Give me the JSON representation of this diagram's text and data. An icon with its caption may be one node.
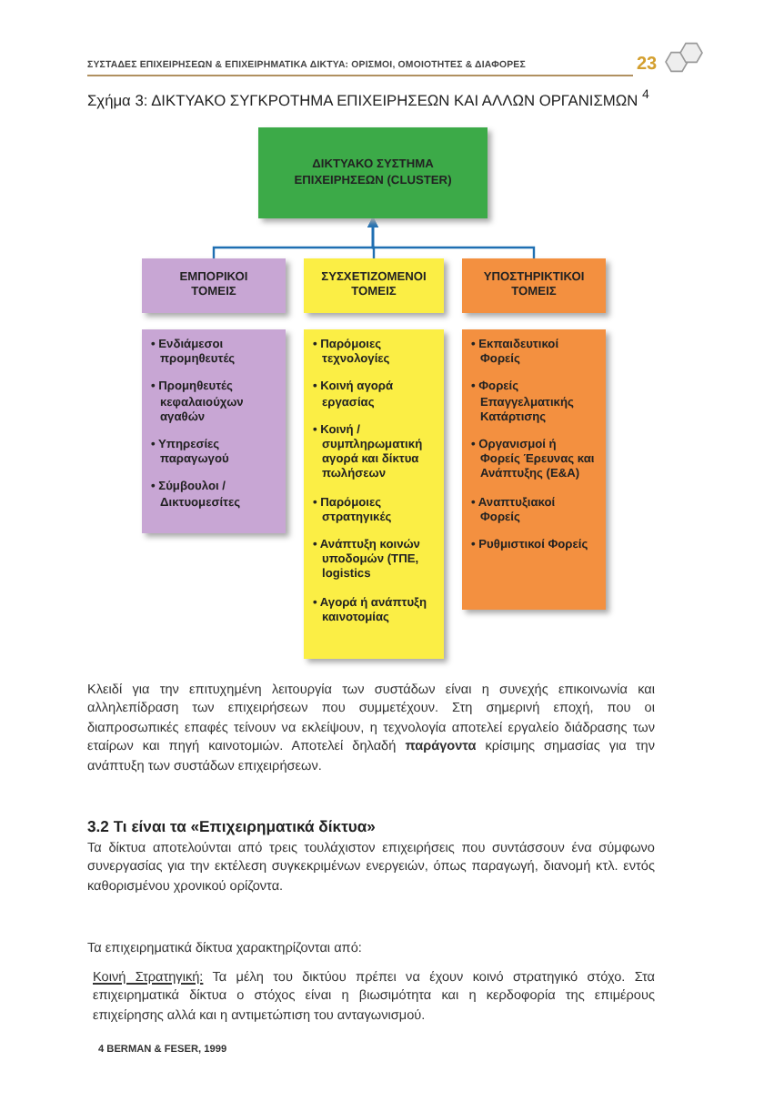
{
  "diagram": {
    "title": "Σχήμα 3: ΔΙΚΤΥΑΚΟ ΣΥΓΚΡΟΤΗΜΑ ΕΠΙΧΕΙΡΗΣΕΩΝ ΚΑΙ ΑΛΛΩΝ ΟΡΓΑΝΙΣΜΩΝ $^{4}$",
    "nodes": [
      {
        "text": [
          "ΔΙΚΤΥΑΚΟ ΣΥΣΤΗΜΑ ΕΠΙΧΕΙΡΗΣΕΩΝ (CLUSTER)"
        ]
      },
      {
        "text": [
          "ΕΜΠΟΡΙΚΟΙ ΤΟΜΕΙΣ"
        ]
      },
      {
        "text": [
          "ΣΥΣΧΕΤΙΖΟΜΕΝΟΙ ΤΟΜΕΙΣ"
        ]
      },
      {
        "text": [
          "ΥΠΟΣΤΗΡΙΚΤΙΚΟΙ ΤΟΜΕΙΣ"
        ]
      },
      {
        "text": [
          "• Ενδιάμεσοι προμηθευτές",
          "• Προμηθευτές κεφαλαιούχων αγαθών",
          "• Υπηρεσίες παραγωγού",
          "• Σύμβουλοι / Δικτυομεσίτες"
        ]
      },
      {
        "text": [
          "• Παρόμοιες τεχνολογίες",
          "• Κοινή αγορά εργασίας",
          "• Κοινή / συμπληρωματική αγορά και δίκτυα πωλήσεων",
          "• Παρόμοιες στρατηγικές",
          "• Ανάπτυξη κοινών υποδομών (ΤΠΕ, logistics",
          "• Αγορά ή ανάπτυξη καινοτομίας"
        ]
      },
      {
        "text": [
          "• Εκπαιδευτικοί Φορείς",
          "• Φορείς Επαγγελματικής Κατάρτισης",
          "• Οργανισμοί ή Φορείς Έρευνας και Ανάπτυξης (Ε&Α)",
          "• Αναπτυξιακοί Φορείς",
          "• Ρυθμιστικοί Φορείς"
        ]
      }
    ],
    "edges": [
      {
        "from": 1,
        "to": 0,
        "arrow": "to"
      },
      {
        "from": 2,
        "to": 0,
        "arrow": "to"
      },
      {
        "from": 3,
        "to": 0,
        "arrow": "to"
      }
    ],
    "labels": [
      "ΣΥΣΤΑΔΕΣ ΕΠΙΧΕΙΡΗΣΕΩΝ & ΕΠΙΧΕΙΡΗΜΑΤΙΚΑ ΔΙΚΤΥΑ: ΟΡΙΣΜΟΙ, ΟΜΟΙΟΤΗΤΕΣ & ΔΙΑΦΟΡΕΣ",
      "23",
      "Κλειδί για την επιτυχημένη λειτουργία των συστάδων είναι η συνεχής επικοινωνία και αλληλεπίδραση των επιχειρήσεων που συμμετέχουν. Στη σημερινή εποχή, που οι διαπροσωπικές επαφές τείνουν να εκλείψουν, η τεχνολογία αποτελεί εργαλείο διάδρασης των εταίρων και πηγή καινοτομιών. Αποτελεί δηλαδή **παράγοντα** κρίσιμης σημασίας για την ανάπτυξη των συστάδων επιχειρήσεων.",
      "3.2 Τι είναι τα «Επιχειρηματικά δίκτυα»",
      "Τα δίκτυα αποτελούνται από τρεις τουλάχιστον επιχειρήσεις που συντάσσουν ένα σύμφωνο συνεργασίας για την εκτέλεση συγκεκριμένων ενεργειών, όπως παραγωγή, διανομή κτλ. εντός καθορισμένου χρονικού ορίζοντα.",
      "Τα επιχειρηματικά δίκτυα χαρακτηρίζονται από:",
      "Κοινή Στρατηγική:",
      "Τα μέλη του δικτύου πρέπει να έχουν κοινό στρατηγικό στόχο. Στα επιχειρηματικά δίκτυα ο στόχος είναι η βιωσιμότητα και η κερδοφορία της επιμέρους επιχείρησης αλλά και η αντιμετώπιση του ανταγωνισμού.",
      "4 BERMAN & FESER, 1999"
    ]
  }
}
